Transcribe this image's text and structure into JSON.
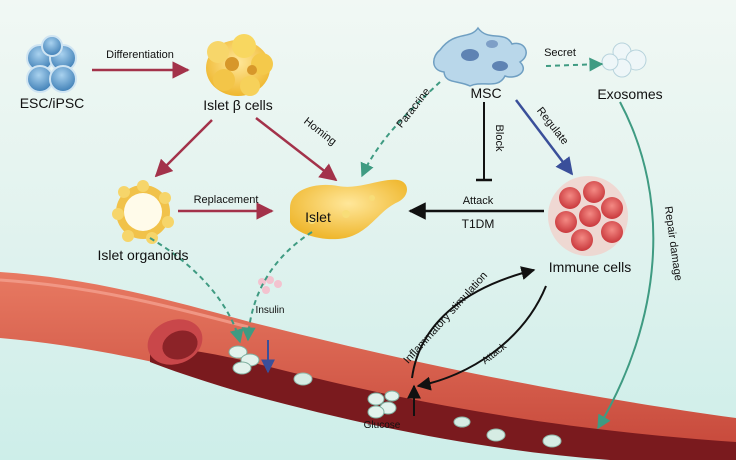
{
  "labels": {
    "esc": "ESC/iPSC",
    "differentiation": "Differentiation",
    "islet_beta": "Islet β cells",
    "msc": "MSC",
    "secret": "Secret",
    "exosomes": "Exosomes",
    "paracrine": "Paracrine",
    "block": "Block",
    "regulate": "Regulate",
    "homing": "Homing",
    "islet_organoids": "Islet organoids",
    "replacement": "Replacement",
    "islet": "Islet",
    "attack_top": "Attack",
    "t1dm": "T1DM",
    "immune_cells": "Immune cells",
    "repair_damage": "Repair damage",
    "insulin": "Insulin",
    "inflammatory": "Inflammatory stimulation",
    "attack_bottom": "Attack",
    "glucose": "Glucose"
  },
  "colors": {
    "red_arrow": "#a3324a",
    "teal_arrow": "#3f9b82",
    "blue_arrow": "#3a4f9a",
    "black": "#111111",
    "vessel_outer": "#d9604f",
    "vessel_inner": "#7a1a1e",
    "islet_yellow": "#f6cf4d",
    "stem_blue": "#6aa7d3",
    "immune_red": "#e05a5a",
    "exosome": "#dfeef3"
  }
}
